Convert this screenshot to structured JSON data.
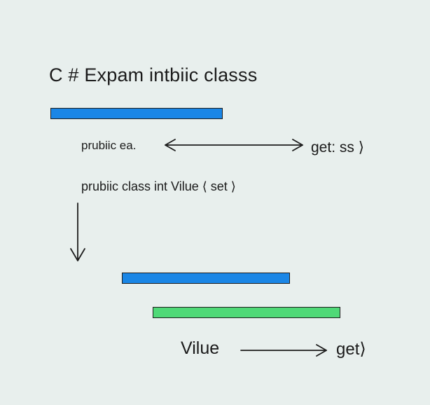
{
  "title": "C # Expam intbiic classs",
  "line1": {
    "left": "prubiic ea.",
    "right": "get: ss ⟩"
  },
  "line2": "prubiic class int Vilue ⟨  set  ⟩",
  "bottom": {
    "left": "Vilue",
    "right": "get⟩"
  },
  "colors": {
    "bar_blue": "#1a86e6",
    "bar_green": "#4fd977",
    "stroke": "#1d1d1d",
    "background": "#e8efed"
  }
}
